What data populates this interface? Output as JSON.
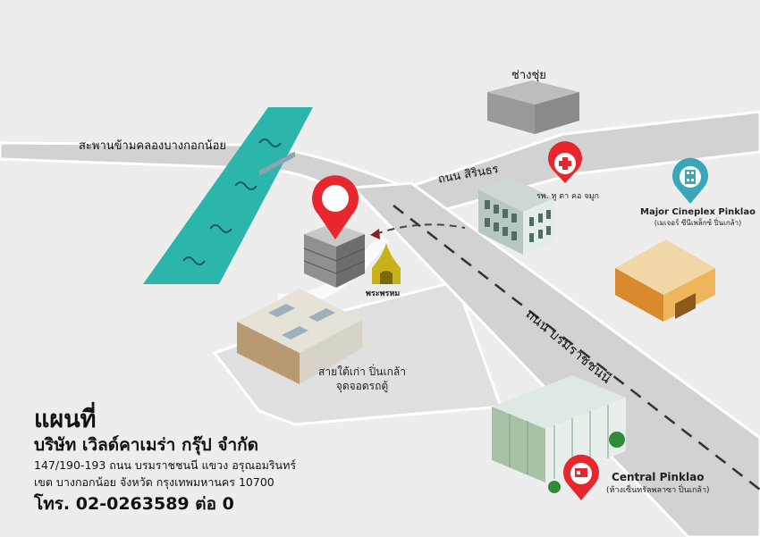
{
  "title": "แผนที่",
  "company": "บริษัท เวิลด์คาเมร่า กรุ๊ป จำกัด",
  "address_line1": "147/190-193 ถนน บรมราชชนนี แขวง อรุณอมรินทร์",
  "address_line2": "เขต บางกอกน้อย จังหวัด กรุงเทพมหานคร 10700",
  "phone": "โทร. 02-0263589 ต่อ 0",
  "labels": {
    "bridge": "สะพานข้ามคลองบางกอกน้อย",
    "garage": "ช่างชุ่ย",
    "road_sirinthorn": "ถนน สิรินธร",
    "road_borommaratchachonnani": "ถนน บรมราชชนนี",
    "hospital": "รพ. หู ตา คอ จมูก",
    "shrine": "พระพรหม",
    "bus_stop_line1": "สายใต้เก่า ปิ่นเกล้า",
    "bus_stop_line2": "จุดจอดรถตู้",
    "cinema": "Major Cineplex Pinklao",
    "cinema_sub": "(เมเจอร์ ซีนีเพล็กซ์ ปิ่นเกล้า)",
    "mall": "Central Pinklao",
    "mall_sub": "(ห้างเซ็นทรัลพลาซา ปิ่นเกล้า)"
  },
  "icons": [
    "location-pin-icon",
    "hospital-cross-icon",
    "film-reel-icon",
    "shop-pin-icon",
    "shrine-icon"
  ],
  "colors": {
    "background": "#ededed",
    "road": "#cfcfcf",
    "river": "#2cb5aa",
    "pin": "#e8262e",
    "cinema": "#3aa7b8",
    "text": "#111111"
  }
}
